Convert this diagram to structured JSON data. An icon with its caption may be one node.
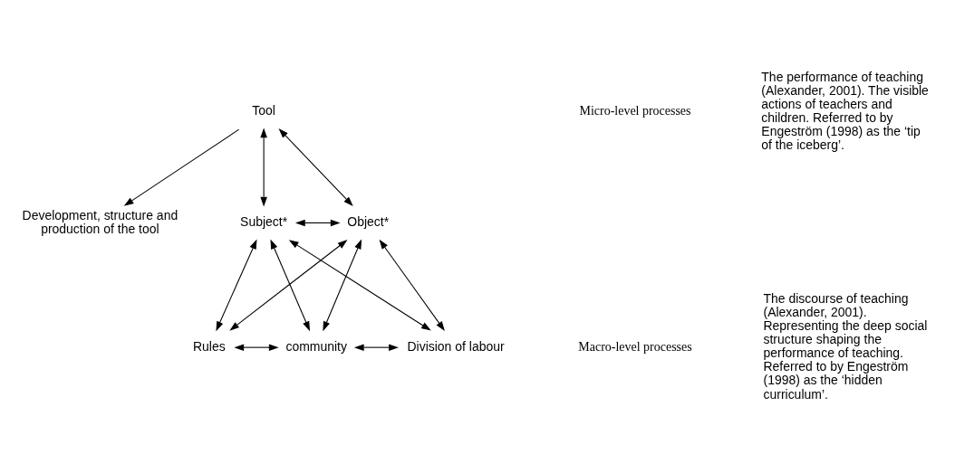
{
  "diagram": {
    "nodes": [
      {
        "text": [
          "Development, structure and production of the tool"
        ]
      },
      {
        "text": [
          "Tool"
        ]
      },
      {
        "text": [
          "Subject*"
        ]
      },
      {
        "text": [
          "Object*"
        ]
      },
      {
        "text": [
          "Rules"
        ]
      },
      {
        "text": [
          "community"
        ]
      },
      {
        "text": [
          "Division of labour"
        ]
      }
    ],
    "edges": [
      {
        "from": 1,
        "to": 0,
        "arrow": "to"
      },
      {
        "from": 1,
        "to": 2,
        "arrow": "both"
      },
      {
        "from": 1,
        "to": 3,
        "arrow": "both"
      },
      {
        "from": 2,
        "to": 3,
        "arrow": "both"
      },
      {
        "from": 2,
        "to": 4,
        "arrow": "both"
      },
      {
        "from": 2,
        "to": 5,
        "arrow": "both"
      },
      {
        "from": 2,
        "to": 6,
        "arrow": "both"
      },
      {
        "from": 3,
        "to": 4,
        "arrow": "both"
      },
      {
        "from": 3,
        "to": 5,
        "arrow": "both"
      },
      {
        "from": 3,
        "to": 6,
        "arrow": "both"
      },
      {
        "from": 4,
        "to": 5,
        "arrow": "both"
      },
      {
        "from": 5,
        "to": 6,
        "arrow": "both"
      }
    ],
    "labels": [
      "Micro-level processes",
      "The performance of teaching (Alexander, 2001). The visible actions of teachers and children. Referred to by Engeström (1998) as the ‘tip of the iceberg’.",
      "Macro-level processes",
      "The discourse of teaching (Alexander, 2001). Representing the deep social structure shaping the performance of teaching. Referred to by Engeström (1998) as the ‘hidden curriculum’."
    ]
  }
}
